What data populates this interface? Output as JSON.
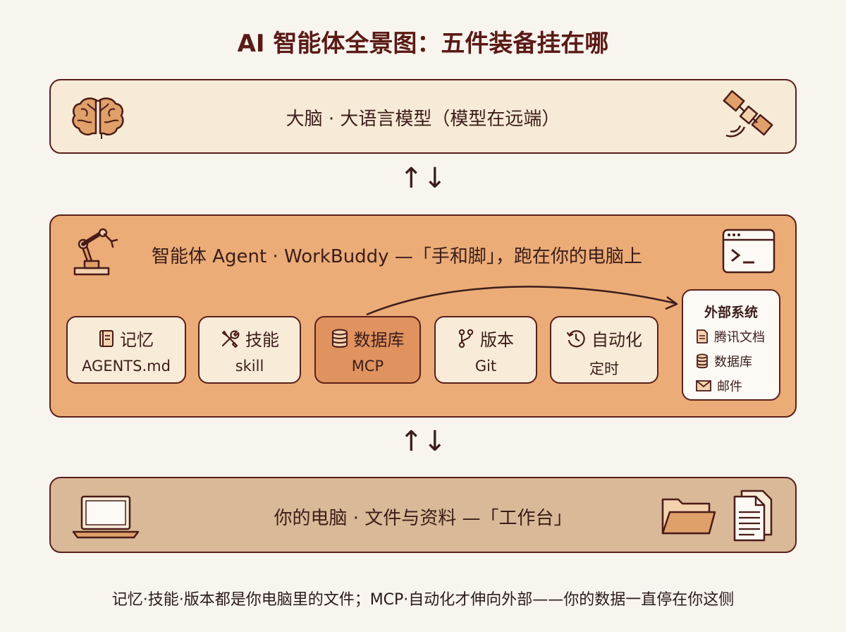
{
  "title": "AI 智能体全景图：五件装备挂在哪",
  "brain": {
    "label": "大脑 · 大语言模型（模型在远端）",
    "icons": [
      "brain-icon",
      "satellite-icon"
    ]
  },
  "arrows": {
    "symbol": "↑↓"
  },
  "agent": {
    "label": "智能体 Agent · WorkBuddy —「手和脚」，跑在你的电脑上",
    "icons": [
      "robot-arm-icon",
      "terminal-icon"
    ],
    "cards": [
      {
        "title": "记忆",
        "sub": "AGENTS.md",
        "icon": "notebook-icon"
      },
      {
        "title": "技能",
        "sub": "skill",
        "icon": "tools-icon"
      },
      {
        "title": "数据库",
        "sub": "MCP",
        "icon": "database-icon",
        "highlight": true
      },
      {
        "title": "版本",
        "sub": "Git",
        "icon": "branch-icon"
      },
      {
        "title": "自动化",
        "sub": "定时",
        "icon": "clock-icon"
      }
    ]
  },
  "external": {
    "title": "外部系统",
    "items": [
      {
        "label": "腾讯文档",
        "icon": "document-icon"
      },
      {
        "label": "数据库",
        "icon": "database-icon"
      },
      {
        "label": "邮件",
        "icon": "mail-icon"
      }
    ]
  },
  "computer": {
    "label": "你的电脑 · 文件与资料 —「工作台」",
    "icons": [
      "laptop-icon",
      "folder-icon",
      "documents-icon"
    ]
  },
  "footer": "记忆·技能·版本都是你电脑里的文件；MCP·自动化才伸向外部——你的数据一直停在你这侧",
  "colors": {
    "background": "#f8f5ef",
    "brain_band": "#f7ead6",
    "agent_band": "#ebac77",
    "computer_band": "#d9b997",
    "card": "#f8ecd9",
    "highlight_card": "#e0925f",
    "outline": "#5a1f1b"
  }
}
